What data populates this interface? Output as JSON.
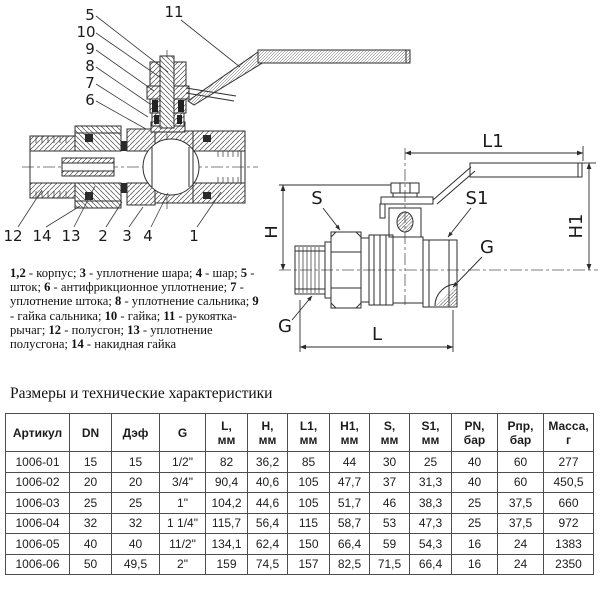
{
  "section_drawing": {
    "callouts": {
      "c5": "5",
      "c10": "10",
      "c9": "9",
      "c8": "8",
      "c7": "7",
      "c6": "6",
      "c11": "11",
      "c12": "12",
      "c14": "14",
      "c13": "13",
      "c2": "2",
      "c3": "3",
      "c4": "4",
      "c1": "1"
    }
  },
  "dimension_drawing": {
    "labels": {
      "l1": "L1",
      "h": "H",
      "h1": "H1",
      "s": "S",
      "s1": "S1",
      "g_right": "G",
      "g_left": "G",
      "l": "L"
    }
  },
  "legend": {
    "items": [
      {
        "n": "1,2",
        "t": "корпус"
      },
      {
        "n": "3",
        "t": "уплотнение шара"
      },
      {
        "n": "4",
        "t": "шар"
      },
      {
        "n": "5",
        "t": "шток"
      },
      {
        "n": "6",
        "t": "антифрикционное уплотнение"
      },
      {
        "n": "7",
        "t": "уплотнение штока"
      },
      {
        "n": "8",
        "t": "уплотнение сальника"
      },
      {
        "n": "9",
        "t": "гайка сальника"
      },
      {
        "n": "10",
        "t": "гайка"
      },
      {
        "n": "11",
        "t": "рукоятка-рычаг"
      },
      {
        "n": "12",
        "t": "полусгон"
      },
      {
        "n": "13",
        "t": "уплотнение полусгона"
      },
      {
        "n": "14",
        "t": "накидная гайка"
      }
    ]
  },
  "specs": {
    "title": "Размеры и технические характеристики",
    "headers": [
      [
        "Артикул"
      ],
      [
        "DN"
      ],
      [
        "Дэф"
      ],
      [
        "G"
      ],
      [
        "L,",
        "мм"
      ],
      [
        "H,",
        "мм"
      ],
      [
        "L1,",
        "мм"
      ],
      [
        "H1,",
        "мм"
      ],
      [
        "S,",
        "мм"
      ],
      [
        "S1,",
        "мм"
      ],
      [
        "PN,",
        "бар"
      ],
      [
        "Рпр,",
        "бар"
      ],
      [
        "Масса,",
        "г"
      ]
    ],
    "rows": [
      [
        "1006-01",
        "15",
        "15",
        "1/2\"",
        "82",
        "36,2",
        "85",
        "44",
        "30",
        "25",
        "40",
        "60",
        "277"
      ],
      [
        "1006-02",
        "20",
        "20",
        "3/4\"",
        "90,4",
        "40,6",
        "105",
        "47,7",
        "37",
        "31,3",
        "40",
        "60",
        "450,5"
      ],
      [
        "1006-03",
        "25",
        "25",
        "1\"",
        "104,2",
        "44,6",
        "105",
        "51,7",
        "46",
        "38,3",
        "25",
        "37,5",
        "660"
      ],
      [
        "1006-04",
        "32",
        "32",
        "1 1/4\"",
        "115,7",
        "56,4",
        "115",
        "58,7",
        "53",
        "47,3",
        "25",
        "37,5",
        "972"
      ],
      [
        "1006-05",
        "40",
        "40",
        "11/2\"",
        "134,1",
        "62,4",
        "150",
        "66,4",
        "59",
        "54,3",
        "16",
        "24",
        "1383"
      ],
      [
        "1006-06",
        "50",
        "49,5",
        "2\"",
        "159",
        "74,5",
        "157",
        "82,5",
        "71,5",
        "66,4",
        "16",
        "24",
        "2350"
      ]
    ]
  }
}
